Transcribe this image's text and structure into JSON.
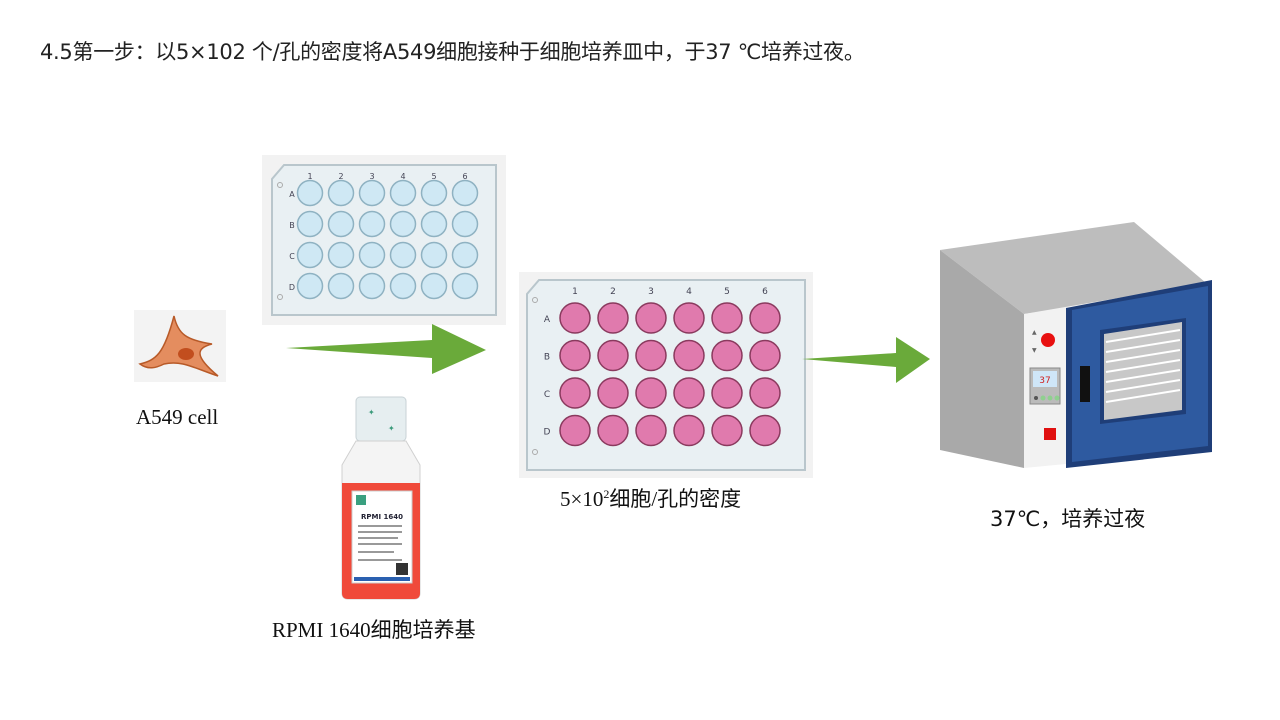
{
  "title": "4.5第一步：以5×102 个/孔的密度将A549细胞接种于细胞培养皿中，于37 ℃培养过夜。",
  "steps": {
    "cell": {
      "label": "A549 cell",
      "icon": "cell-icon",
      "color": "#e07b4a"
    },
    "empty_plate": {
      "icon": "24-well-plate-empty-icon",
      "well_color": "#cfe8f4"
    },
    "medium": {
      "label": "RPMI 1640细胞培养基",
      "icon": "medium-bottle-icon",
      "bottle_label": "RPMI 1640",
      "liquid_color": "#f04a3a"
    },
    "seeded_plate": {
      "label_prefix": "5×10",
      "label_exp": "2",
      "label_suffix": "细胞/孔的密度",
      "icon": "24-well-plate-seeded-icon",
      "well_color": "#e07aad"
    },
    "incubator": {
      "label": "37℃，培养过夜",
      "icon": "incubator-icon",
      "display_value": "37",
      "door_color": "#2e5aa0"
    }
  },
  "plate": {
    "columns": [
      "1",
      "2",
      "3",
      "4",
      "5",
      "6"
    ],
    "rows": [
      "A",
      "B",
      "C",
      "D"
    ]
  },
  "arrows": {
    "color": "#6aaa3a"
  }
}
